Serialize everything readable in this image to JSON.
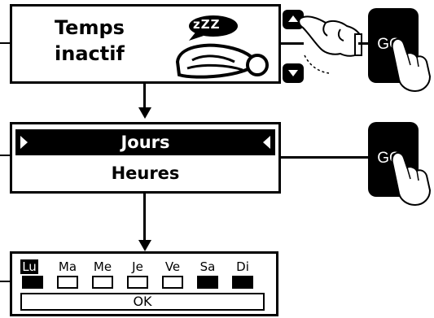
{
  "screen1": {
    "line1": "Temps",
    "line2": "inactif",
    "sleep_bubble": "zZZ"
  },
  "screen2": {
    "selected": "Jours",
    "other": "Heures"
  },
  "screen3": {
    "days": [
      {
        "label": "Lu",
        "on": true
      },
      {
        "label": "Ma",
        "on": false
      },
      {
        "label": "Me",
        "on": false
      },
      {
        "label": "Je",
        "on": false
      },
      {
        "label": "Ve",
        "on": false
      },
      {
        "label": "Sa",
        "on": true
      },
      {
        "label": "Di",
        "on": true
      }
    ],
    "ok_label": "OK"
  },
  "go_button_1": {
    "label": "GO"
  },
  "go_button_2": {
    "label": "GO"
  }
}
